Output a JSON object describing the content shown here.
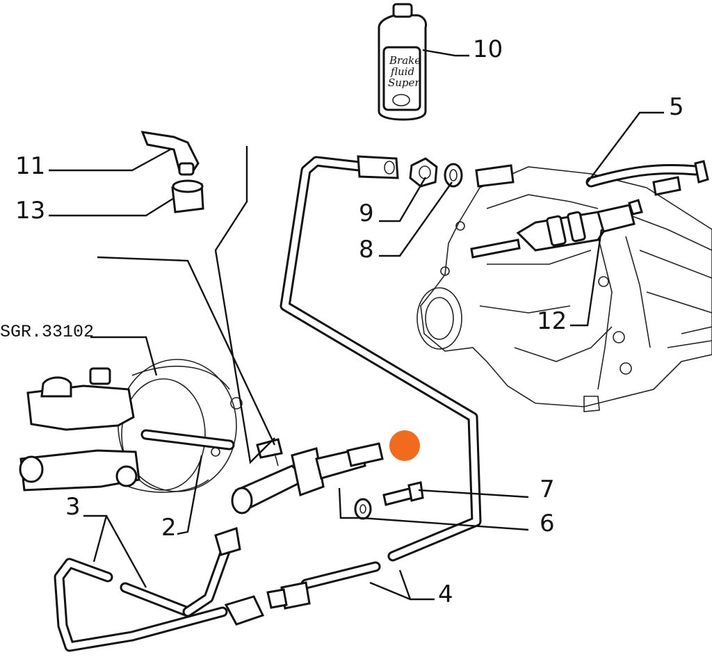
{
  "diagram": {
    "reference_code": "SGR.33102",
    "bottle_label": [
      "Brake",
      "fluid",
      "Super"
    ],
    "marker_color": "#f26b1d",
    "callouts": {
      "c1": "10",
      "c2": "5",
      "c3": "11",
      "c4": "13",
      "c5": "9",
      "c6": "8",
      "c7": "12",
      "c8": "7",
      "c9": "6",
      "c10": "3",
      "c11": "2",
      "c12": "4"
    }
  }
}
